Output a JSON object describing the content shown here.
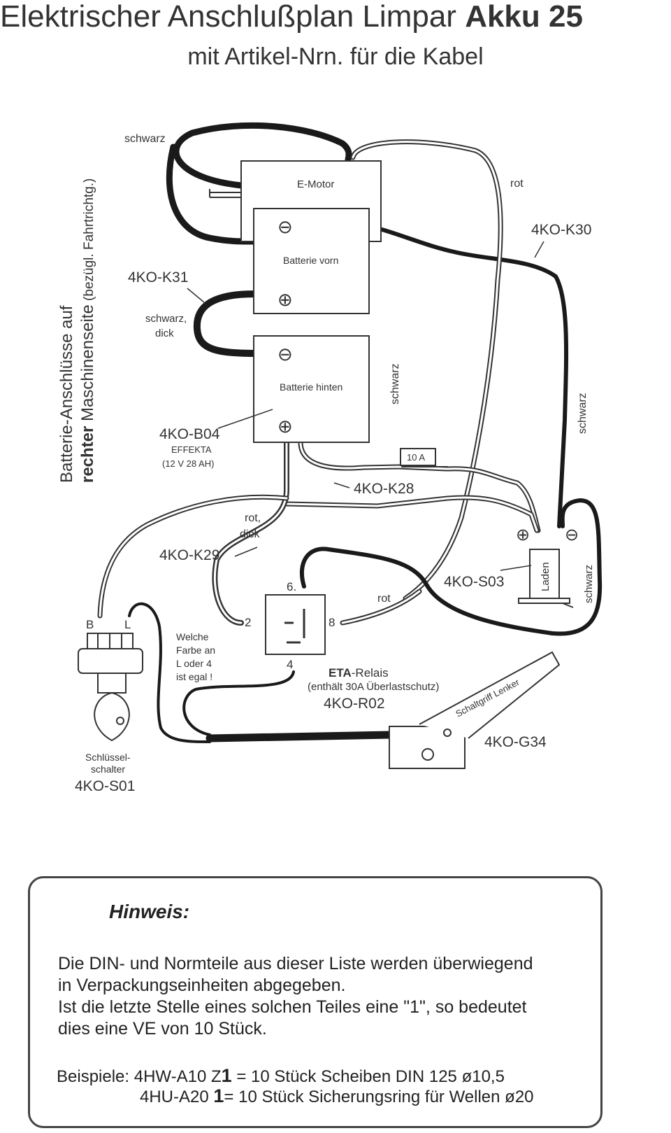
{
  "header": {
    "title_plain": "Elektrischer Anschlußplan Limpar ",
    "title_bold": "Akku 25",
    "subtitle": "mit Artikel-Nrn. für die Kabel"
  },
  "diagram": {
    "side_text_1": "Batterie-Anschlüsse auf",
    "side_text_2a": "rechter",
    "side_text_2b": " Maschinenseite",
    "side_text_2c": " (bezügl. Fahrtrichtg.)",
    "motor": "E-Motor",
    "battery_front": "Batterie vorn",
    "battery_rear": "Batterie hinten",
    "fuse": "10 A",
    "relay_name_bold": "ETA",
    "relay_name_rest": "-Relais",
    "relay_note": "(enthält 30A Überlastschutz)",
    "relay_code": "4KO-R02",
    "relay_pin_6": "6.",
    "relay_pin_2": "2",
    "relay_pin_8": "8",
    "relay_pin_4": "4",
    "key_label_b": "B",
    "key_label_l": "L",
    "key_switch_1": "Schlüssel-",
    "key_switch_2": "schalter",
    "key_switch_code": "4KO-S01",
    "charge": "Laden",
    "charge_code": "4KO-S03",
    "lever": "Schaltgriff Lenker",
    "lever_code": "4KO-G34",
    "battery_code": "4KO-B04",
    "battery_brand": "EFFEKTA",
    "battery_spec": "(12 V  28 AH)",
    "cable_k31": "4KO-K31",
    "cable_k30": "4KO-K30",
    "cable_k28": "4KO-K28",
    "cable_k29": "4KO-K29",
    "color_schwarz": "schwarz",
    "color_rot": "rot",
    "schwarz_dick_1": "schwarz,",
    "schwarz_dick_2": "dick",
    "rot_dick_1": "rot,",
    "rot_dick_2": "dick",
    "welche_1": "Welche",
    "welche_2": "Farbe an",
    "welche_3": "L oder 4",
    "welche_4": "ist egal !",
    "minus_sign": "⊖",
    "plus_sign": "⊕"
  },
  "note": {
    "title": "Hinweis:",
    "lines": [
      "Die DIN- und Normteile aus dieser Liste werden überwiegend",
      "in Verpackungseinheiten abgegeben.",
      "Ist die letzte Stelle eines solchen Teiles eine \"1\", so bedeutet",
      "dies eine VE von 10 Stück."
    ],
    "examples_label": "Beispiele:",
    "example1_code": "4HW-A10 Z",
    "example1_digit": "1",
    "example1_text": " = 10 Stück Scheiben DIN 125 ",
    "example1_size": "ø10,5",
    "example2_code": "4HU-A20 ",
    "example2_digit": "1",
    "example2_text": "= 10 Stück Sicherungsring für Wellen ",
    "example2_size": "ø20"
  }
}
